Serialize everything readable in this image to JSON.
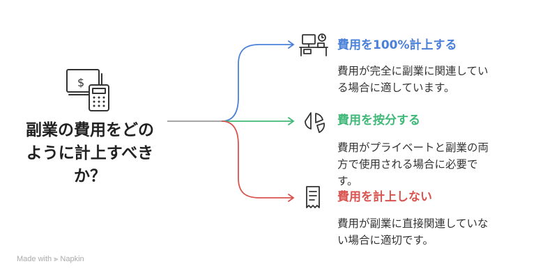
{
  "central": {
    "lines": [
      "副業の費用をどの",
      "ように計上すべき",
      "か？"
    ],
    "icon": "money-calculator-icon"
  },
  "options": [
    {
      "title": "費用を100%計上する",
      "color": "#4a80d9",
      "icon": "desk-workstation-icon",
      "desc_lines": [
        "費用が完全に副業に関連してい",
        "る場合に適しています。"
      ]
    },
    {
      "title": "費用を按分する",
      "color": "#3fb878",
      "icon": "split-pie-icon",
      "desc_lines": [
        "費用がプライベートと副業の両",
        "方で使用される場合に必要で",
        "す。"
      ]
    },
    {
      "title": "費用を計上しない",
      "color": "#d9534f",
      "icon": "receipt-icon",
      "desc_lines": [
        "費用が副業に直接関連していな",
        "い場合に適切です。"
      ]
    }
  ],
  "footer": {
    "prefix": "Made with",
    "brand": "Napkin"
  }
}
